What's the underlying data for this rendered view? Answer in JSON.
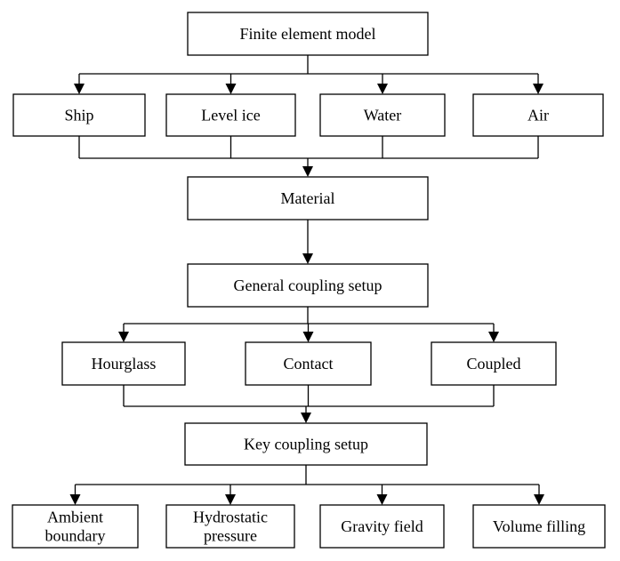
{
  "diagram": {
    "colors": {
      "stroke": "#000000",
      "box_fill": "#ffffff",
      "text": "#000000",
      "background": "#ffffff"
    },
    "nodes": {
      "finite_element_model": [
        "Finite element model"
      ],
      "ship": [
        "Ship"
      ],
      "level_ice": [
        "Level ice"
      ],
      "water": [
        "Water"
      ],
      "air": [
        "Air"
      ],
      "material": [
        "Material"
      ],
      "general_coupling_setup": [
        "General coupling setup"
      ],
      "hourglass": [
        "Hourglass"
      ],
      "contact": [
        "Contact"
      ],
      "coupled": [
        "Coupled"
      ],
      "key_coupling_setup": [
        "Key coupling setup"
      ],
      "ambient_boundary": [
        "Ambient",
        "boundary"
      ],
      "hydrostatic_pressure": [
        "Hydrostatic",
        "pressure"
      ],
      "gravity_field": [
        "Gravity field"
      ],
      "volume_filling": [
        "Volume filling"
      ]
    },
    "edges": [
      {
        "from": "finite_element_model",
        "to": [
          "ship",
          "level_ice",
          "water",
          "air"
        ]
      },
      {
        "from": [
          "ship",
          "level_ice",
          "water",
          "air"
        ],
        "to": "material"
      },
      {
        "from": "material",
        "to": "general_coupling_setup"
      },
      {
        "from": "general_coupling_setup",
        "to": [
          "hourglass",
          "contact",
          "coupled"
        ]
      },
      {
        "from": [
          "hourglass",
          "contact",
          "coupled"
        ],
        "to": "key_coupling_setup"
      },
      {
        "from": "key_coupling_setup",
        "to": [
          "ambient_boundary",
          "hydrostatic_pressure",
          "gravity_field",
          "volume_filling"
        ]
      }
    ]
  }
}
